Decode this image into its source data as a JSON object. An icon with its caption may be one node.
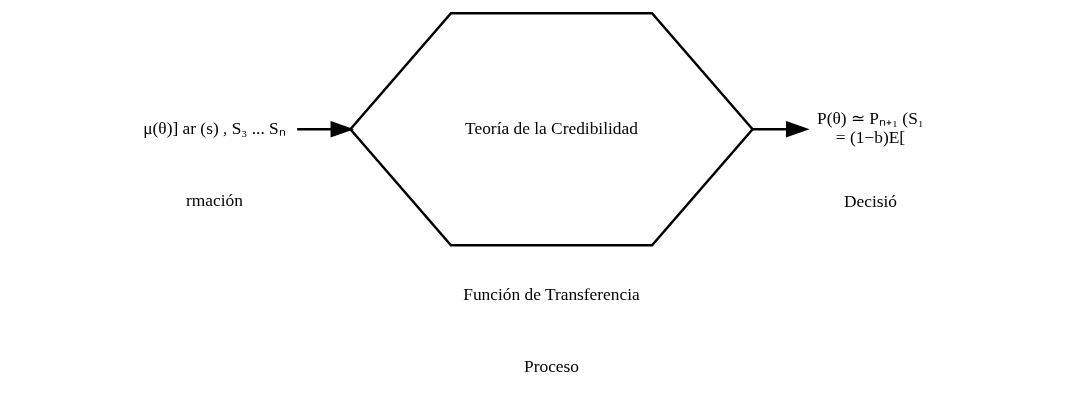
{
  "diagram": {
    "nodes": [
      {
        "text": [
          "μ(θ)] ar (s) , S₃ ... Sₙ"
        ],
        "beside": [
          "rmación"
        ]
      },
      {
        "text": [
          "Teoría de la Credibilidad"
        ],
        "beside": [
          "Función de Transferencia",
          "Proceso"
        ]
      },
      {
        "text": [
          "P(θ) ≃ Pₙ₊₁ (S₁",
          "= (1−b)E["
        ],
        "beside": [
          "Decisió"
        ]
      }
    ],
    "edges": [
      {
        "from": 0,
        "to": 1,
        "arrow": "to"
      },
      {
        "from": 1,
        "to": 2,
        "arrow": "to"
      }
    ]
  }
}
